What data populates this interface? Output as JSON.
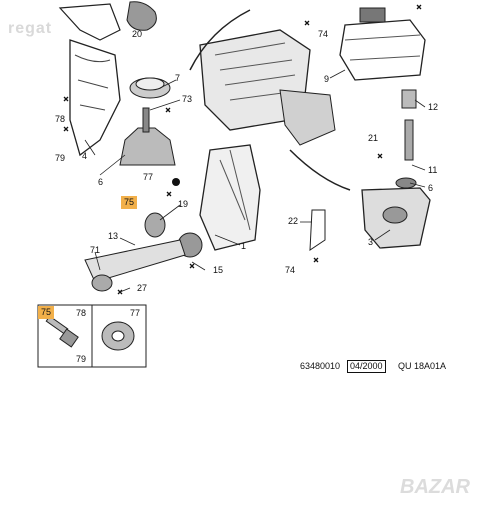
{
  "watermark_top": "regat",
  "watermark_bottom": "BAZAR",
  "callouts": {
    "c1": "1",
    "c3": "3",
    "c4": "4",
    "c6": "6",
    "c7": "7",
    "c9": "9",
    "c11": "11",
    "c12": "12",
    "c13": "13",
    "c15": "15",
    "c19": "19",
    "c20": "20",
    "c21": "21",
    "c22": "22",
    "c27": "27",
    "c71": "71",
    "c73": "73",
    "c74a": "74",
    "c74b": "74",
    "c77a": "77",
    "c78": "78",
    "c79": "79",
    "c75a": "75"
  },
  "inset": {
    "bolt_num": "75",
    "ref78": "78",
    "ref79": "79",
    "washer_num": "77"
  },
  "reference": {
    "code": "63480010",
    "date": "04/2000",
    "model": "QU 18A01A"
  },
  "colors": {
    "highlight": "#f2b04a",
    "ink": "#111111"
  }
}
